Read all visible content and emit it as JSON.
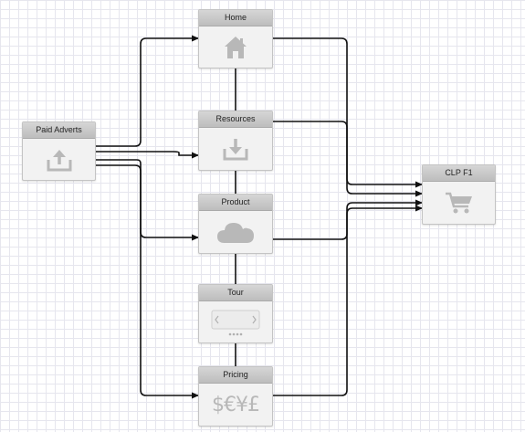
{
  "nodes": {
    "paid_adverts": {
      "label": "Paid Adverts",
      "icon": "upload-tray-icon"
    },
    "home": {
      "label": "Home",
      "icon": "house-icon"
    },
    "resources": {
      "label": "Resources",
      "icon": "download-tray-icon"
    },
    "product": {
      "label": "Product",
      "icon": "cloud-icon"
    },
    "tour": {
      "label": "Tour",
      "icon": "carousel-icon"
    },
    "pricing": {
      "label": "Pricing",
      "icon": "currency-icon",
      "glyphs": "$€¥£"
    },
    "clp_f1": {
      "label": "CLP F1",
      "icon": "shopping-cart-icon"
    }
  },
  "colors": {
    "connector": "#111111",
    "icon_gray": "#b8b8b8",
    "header_bg": "#c8c8c8",
    "node_bg": "#f2f2f2"
  }
}
